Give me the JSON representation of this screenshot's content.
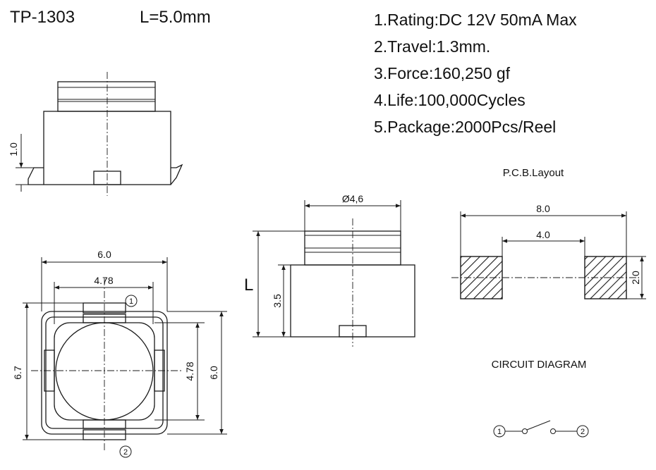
{
  "header": {
    "model": "TP-1303",
    "length": "L=5.0mm"
  },
  "specs": [
    "1.Rating:DC 12V 50mA Max",
    "2.Travel:1.3mm.",
    "3.Force:160,250 gf",
    "4.Life:100,000Cycles",
    "5.Package:2000Pcs/Reel"
  ],
  "side_view": {
    "lead_height": "1.0"
  },
  "top_view": {
    "width_outer": "6.0",
    "width_inner": "4.78",
    "height_overall": "6.7",
    "height_inner": "4.78",
    "height_outer": "6.0",
    "pin1": "1",
    "pin2": "2"
  },
  "front_view": {
    "diameter": "Ø4,6",
    "body_height": "3.5",
    "length_symbol": "L"
  },
  "pcb_layout": {
    "title": "P.C.B.Layout",
    "total_width": "8.0",
    "gap_width": "4.0",
    "pad_height": "2.0"
  },
  "circuit": {
    "title": "CIRCUIT DIAGRAM",
    "pin1": "1",
    "pin2": "2"
  },
  "colors": {
    "ink": "#1a1a1a",
    "background": "#ffffff"
  }
}
